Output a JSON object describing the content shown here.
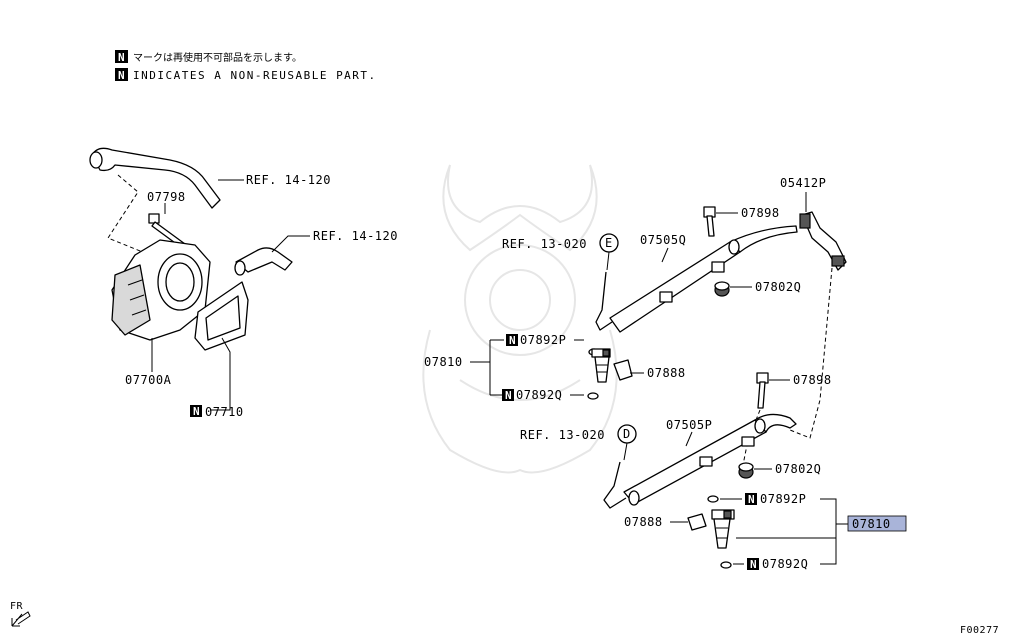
{
  "notes": {
    "japanese": "マークは再使用不可部品を示します。",
    "english": "INDICATES A NON-REUSABLE PART.",
    "n_marker": "N"
  },
  "labels": {
    "ref_14_120_a": "REF. 14-120",
    "ref_14_120_b": "REF. 14-120",
    "p07798": "07798",
    "p07700a": "07700A",
    "p07710": "07710",
    "ref_13_020_e": "REF. 13-020",
    "circle_e": "E",
    "p07505q": "07505Q",
    "p07898_top": "07898",
    "p05412p": "05412P",
    "p07802q_top": "07802Q",
    "p07892p_left": "07892P",
    "p07810_left": "07810",
    "p07888_left": "07888",
    "p07892q_left": "07892Q",
    "p07898_mid": "07898",
    "ref_13_020_d": "REF. 13-020",
    "circle_d": "D",
    "p07505p": "07505P",
    "p07802q_bottom": "07802Q",
    "p07892p_right": "07892P",
    "p07888_right": "07888",
    "p07810_right": "07810",
    "p07892q_right": "07892Q",
    "fr": "FR",
    "figure_code": "F00277"
  },
  "colors": {
    "highlight": "#a9b4d9",
    "watermark": "#e6e6e6"
  }
}
